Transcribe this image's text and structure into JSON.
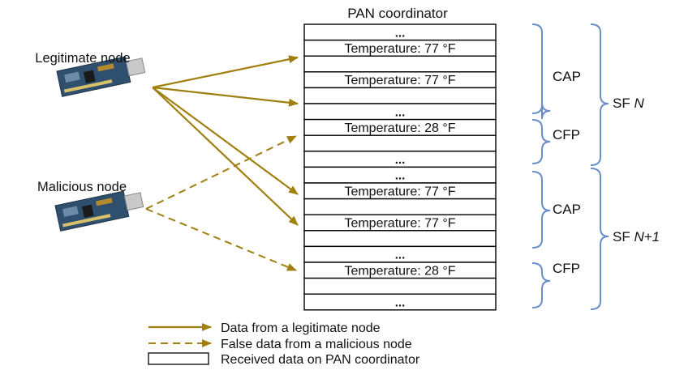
{
  "title": "PAN coordinator",
  "nodes": {
    "legitimate": "Legitimate node",
    "malicious": "Malicious node"
  },
  "cells": [
    "...",
    "Temperature: 77 °F",
    "",
    "Temperature: 77 °F",
    "",
    "...",
    "Temperature: 28 °F",
    "",
    "...",
    "...",
    "Temperature: 77 °F",
    "",
    "Temperature: 77 °F",
    "",
    "...",
    "Temperature: 28 °F",
    "",
    "..."
  ],
  "periods": {
    "cap": "CAP",
    "cfp": "CFP"
  },
  "superframes": {
    "sf_prefix": "SF ",
    "sf1_index": "N",
    "sf2_index": "N+1"
  },
  "legend": {
    "solid": "Data from a legitimate node",
    "dashed": "False data from a malicious node",
    "box": "Received data on PAN coordinator"
  },
  "colors": {
    "arrow": "#A08010",
    "bracket": "#6A8FC8",
    "device_board": "#2F4F6E",
    "device_connector": "#C9C9C9",
    "cell_border": "#000000"
  }
}
